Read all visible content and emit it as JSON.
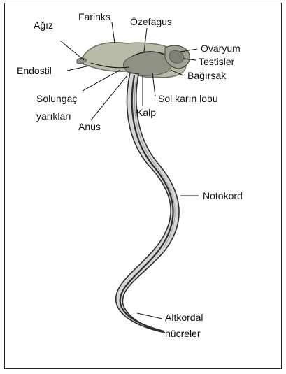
{
  "labels": {
    "agiz": "Ağız",
    "farinks": "Farinks",
    "ozefagus": "Özefagus",
    "ovaryum": "Ovaryum",
    "testisler": "Testisler",
    "endostil": "Endostil",
    "bagirsak": "Bağırsak",
    "solungac_line1": "Solungaç",
    "solungac_line2": "yarıkları",
    "sol_karin_lobu": "Sol karın lobu",
    "kalp": "Kalp",
    "anus": "Anüs",
    "notokord": "Notokord",
    "altkordal_line1": "Altkordal",
    "altkordal_line2": "hücreler"
  },
  "colors": {
    "body_fill": "#b9bba8",
    "body_shadow": "#6f7264",
    "tail_dark": "#2e2e2e",
    "tail_light": "#cfcfcf"
  }
}
